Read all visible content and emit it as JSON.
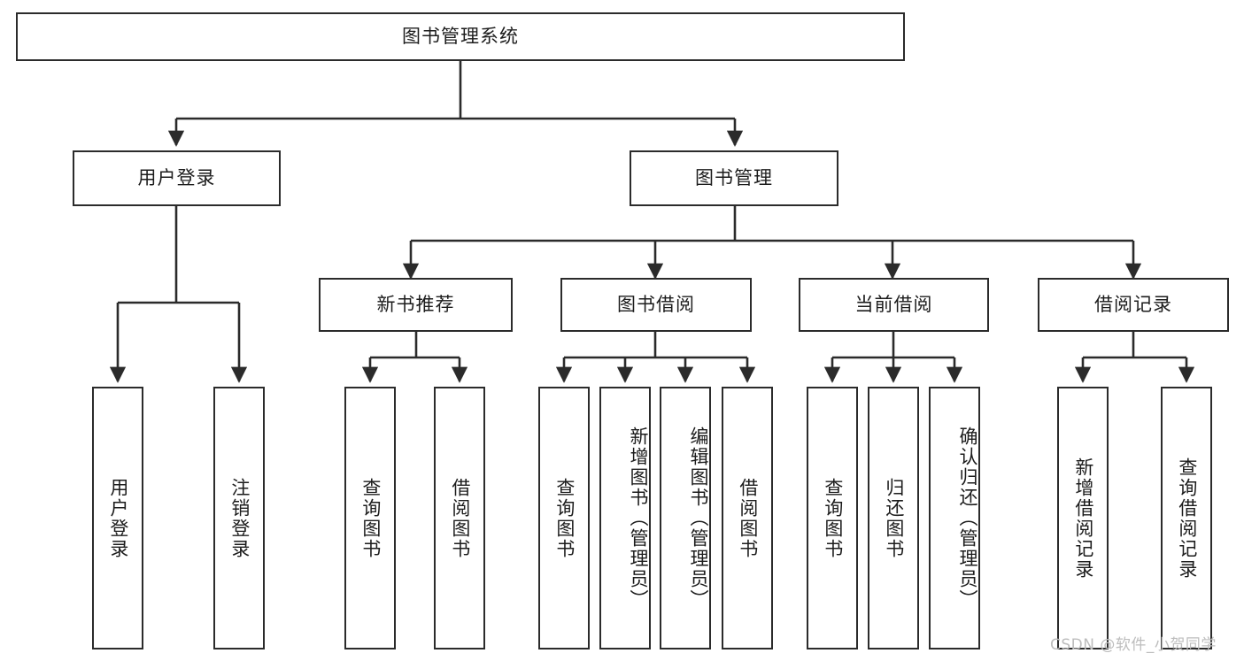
{
  "diagram": {
    "title": "图书管理系统",
    "type": "tree-hierarchy-chart",
    "colors": {
      "box_border": "#2b2b2b",
      "box_fill": "#ffffff",
      "connector": "#2b2b2b",
      "text": "#1c1c1c",
      "watermark": "#bdbdbd",
      "background": "#ffffff"
    },
    "watermark": "CSDN @软件_小贺同学",
    "root": {
      "id": "root",
      "label": "图书管理系统",
      "orientation": "horizontal"
    },
    "level2": [
      {
        "id": "user-login",
        "label": "用户登录",
        "orientation": "horizontal",
        "children": [
          {
            "id": "user-login-do",
            "label": "用户登录",
            "orientation": "vertical"
          },
          {
            "id": "user-logout",
            "label": "注销登录",
            "orientation": "vertical"
          }
        ]
      },
      {
        "id": "book-manage",
        "label": "图书管理",
        "orientation": "horizontal",
        "children": [
          {
            "id": "new-book-recommend",
            "label": "新书推荐",
            "orientation": "horizontal",
            "children": [
              {
                "id": "recommend-query-book",
                "label": "查询图书",
                "orientation": "vertical"
              },
              {
                "id": "recommend-borrow-book",
                "label": "借阅图书",
                "orientation": "vertical"
              }
            ]
          },
          {
            "id": "book-borrow",
            "label": "图书借阅",
            "orientation": "horizontal",
            "children": [
              {
                "id": "borrow-query-book",
                "label": "查询图书",
                "orientation": "vertical"
              },
              {
                "id": "borrow-add-book",
                "label": "新增图书（管理员）",
                "orientation": "vertical"
              },
              {
                "id": "borrow-edit-book",
                "label": "编辑图书（管理员）",
                "orientation": "vertical"
              },
              {
                "id": "borrow-borrow-book",
                "label": "借阅图书",
                "orientation": "vertical"
              }
            ]
          },
          {
            "id": "current-borrow",
            "label": "当前借阅",
            "orientation": "horizontal",
            "children": [
              {
                "id": "current-query-book",
                "label": "查询图书",
                "orientation": "vertical"
              },
              {
                "id": "current-return-book",
                "label": "归还图书",
                "orientation": "vertical"
              },
              {
                "id": "current-confirm-return",
                "label": "确认归还（管理员）",
                "orientation": "vertical"
              }
            ]
          },
          {
            "id": "borrow-record",
            "label": "借阅记录",
            "orientation": "horizontal",
            "children": [
              {
                "id": "record-add",
                "label": "新增借阅记录",
                "orientation": "vertical"
              },
              {
                "id": "record-query",
                "label": "查询借阅记录",
                "orientation": "vertical"
              }
            ]
          }
        ]
      }
    ]
  }
}
